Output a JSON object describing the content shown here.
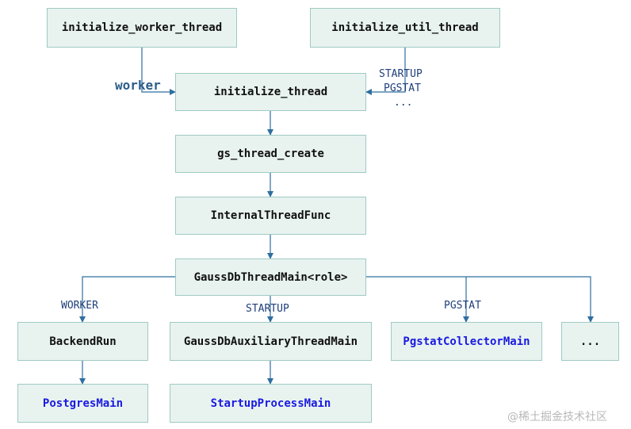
{
  "nodes": {
    "init_worker": "initialize_worker_thread",
    "init_util": "initialize_util_thread",
    "init_thread": "initialize_thread",
    "gs_create": "gs_thread_create",
    "internal_func": "InternalThreadFunc",
    "gauss_main": "GaussDbThreadMain<role>",
    "backend_run": "BackendRun",
    "aux_main": "GaussDbAuxiliaryThreadMain",
    "pgstat_main": "PgstatCollectorMain",
    "more": "...",
    "postgres_main": "PostgresMain",
    "startup_main": "StartupProcessMain"
  },
  "edge_labels": {
    "worker": "worker",
    "startup": "STARTUP",
    "pgstat": "PGSTAT",
    "ellipsis": "...",
    "branch_worker": "WORKER",
    "branch_startup": "STARTUP",
    "branch_pgstat": "PGSTAT"
  },
  "watermark": "@稀土掘金技术社区",
  "colors": {
    "box_fill": "#e8f3f0",
    "box_border": "#9fcac2",
    "line": "#2f6fa0",
    "blue_text": "#1a1ae0"
  }
}
